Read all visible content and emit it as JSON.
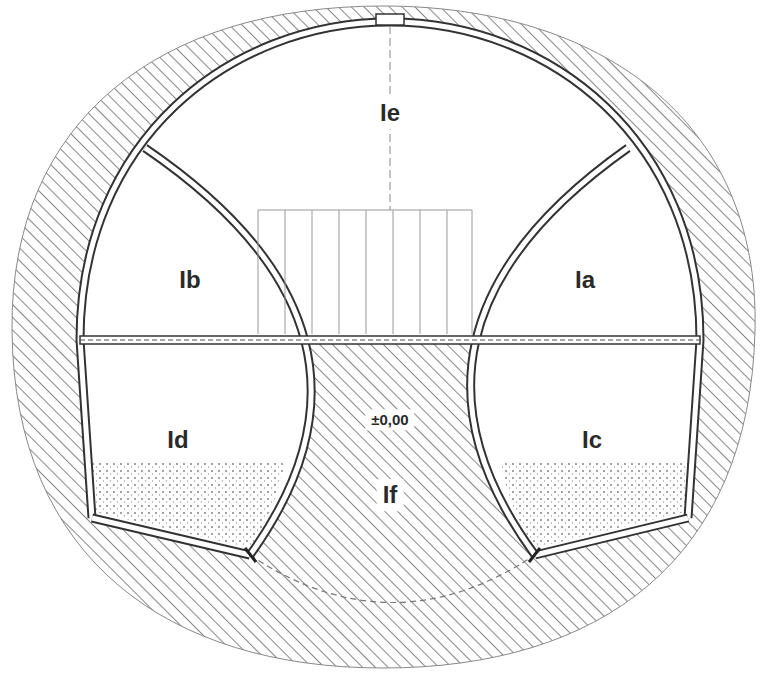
{
  "diagram": {
    "labels": [
      "Ie",
      "Ib",
      "Ia",
      "Id",
      "±0,00",
      "Ic",
      "If"
    ]
  }
}
